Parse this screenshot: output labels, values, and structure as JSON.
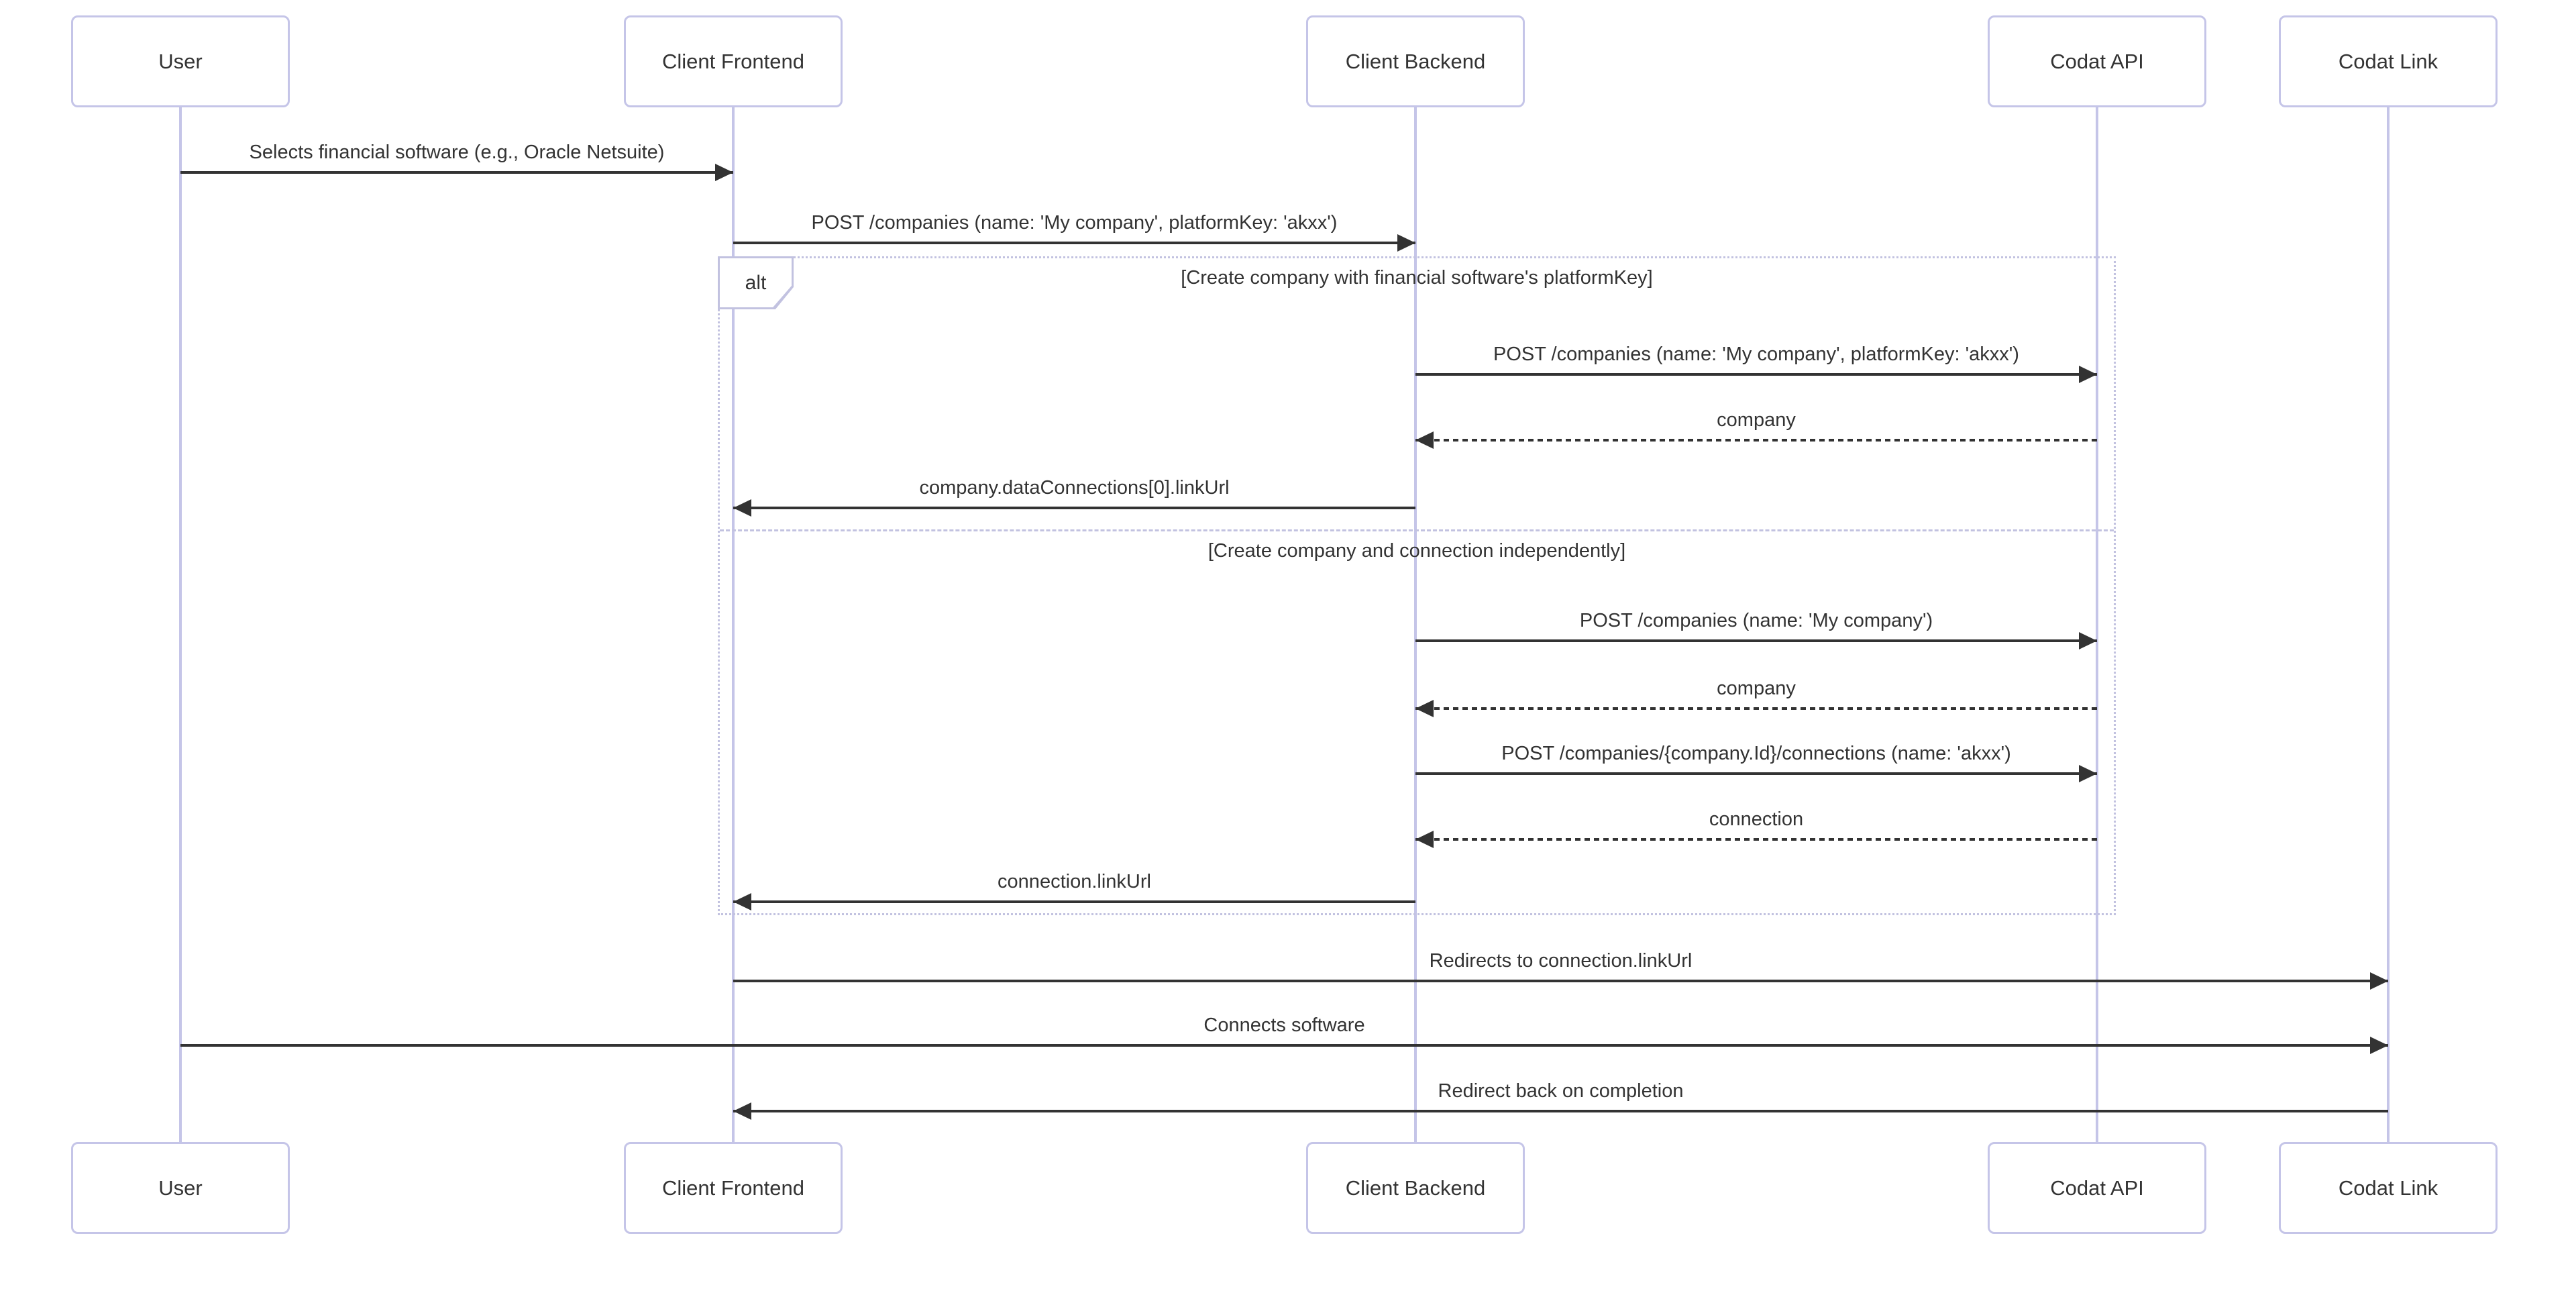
{
  "diagram": {
    "type": "sequence",
    "actors": [
      {
        "id": "user",
        "label": "User"
      },
      {
        "id": "client-frontend",
        "label": "Client Frontend"
      },
      {
        "id": "client-backend",
        "label": "Client Backend"
      },
      {
        "id": "codat-api",
        "label": "Codat API"
      },
      {
        "id": "codat-link",
        "label": "Codat Link"
      }
    ],
    "messages": [
      {
        "from": "user",
        "to": "client-frontend",
        "text": "Selects financial software (e.g., Oracle Netsuite)",
        "line": "solid"
      },
      {
        "from": "client-frontend",
        "to": "client-backend",
        "text": "POST /companies (name: 'My company', platformKey: 'akxx')",
        "line": "solid"
      },
      {
        "from": "client-backend",
        "to": "codat-api",
        "text": "POST /companies (name: 'My company', platformKey: 'akxx')",
        "line": "solid"
      },
      {
        "from": "codat-api",
        "to": "client-backend",
        "text": "company",
        "line": "dashed"
      },
      {
        "from": "client-backend",
        "to": "client-frontend",
        "text": "company.dataConnections[0].linkUrl",
        "line": "solid"
      },
      {
        "from": "client-backend",
        "to": "codat-api",
        "text": "POST /companies (name: 'My company')",
        "line": "solid"
      },
      {
        "from": "codat-api",
        "to": "client-backend",
        "text": "company",
        "line": "dashed"
      },
      {
        "from": "client-backend",
        "to": "codat-api",
        "text": "POST /companies/{company.Id}/connections (name: 'akxx')",
        "line": "solid"
      },
      {
        "from": "codat-api",
        "to": "client-backend",
        "text": "connection",
        "line": "dashed"
      },
      {
        "from": "client-backend",
        "to": "client-frontend",
        "text": "connection.linkUrl",
        "line": "solid"
      },
      {
        "from": "client-frontend",
        "to": "codat-link",
        "text": "Redirects to connection.linkUrl",
        "line": "solid"
      },
      {
        "from": "user",
        "to": "codat-link",
        "text": "Connects software",
        "line": "solid"
      },
      {
        "from": "codat-link",
        "to": "client-frontend",
        "text": "Redirect back on completion",
        "line": "solid"
      }
    ],
    "alt_frame": {
      "label": "alt",
      "sections": [
        {
          "title": "[Create company with financial software's platformKey]"
        },
        {
          "title": "[Create company and connection independently]"
        }
      ]
    },
    "colors": {
      "text": "#333333",
      "arrow": "#333333",
      "actor_border": "#c5c5e8",
      "actor_fill": "#ffffff",
      "lifeline": "#c5c5e8",
      "frame_border": "#c2c2e0",
      "background": "#ffffff"
    }
  }
}
